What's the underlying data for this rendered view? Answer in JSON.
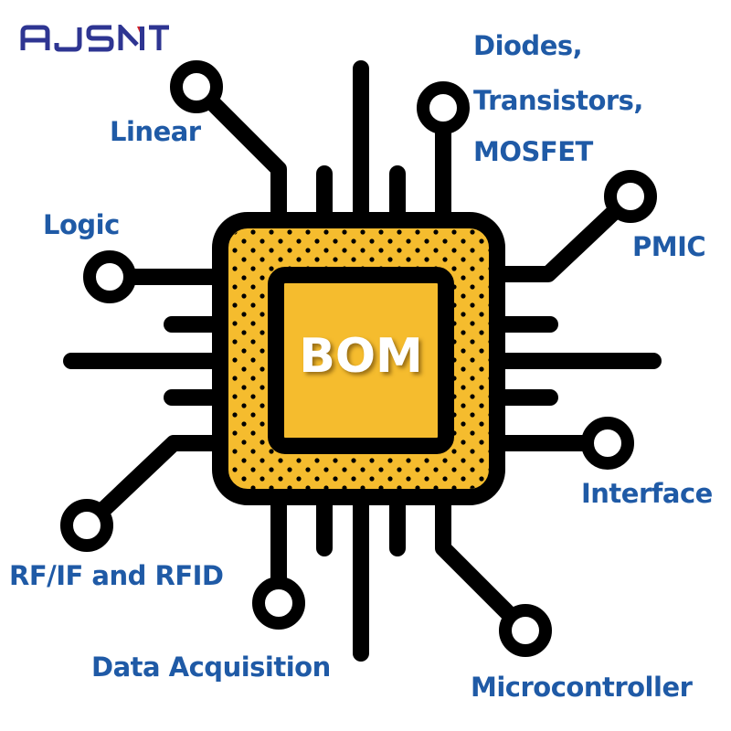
{
  "logo": {
    "text": "AJSNT",
    "color": "#2e3592",
    "accent": "#d0202a"
  },
  "chip": {
    "label": "BOM",
    "fill": "#f5bc2e",
    "outline": "#000000"
  },
  "label_color": "#1f5aa6",
  "categories": {
    "linear": "Linear",
    "discretes": [
      "Diodes,",
      "Transistors,",
      "MOSFET"
    ],
    "logic": "Logic",
    "pmic": "PMIC",
    "interface": "Interface",
    "rf": "RF/IF and RFID",
    "data_acquisition": "Data Acquisition",
    "microcontroller": "Microcontroller"
  }
}
